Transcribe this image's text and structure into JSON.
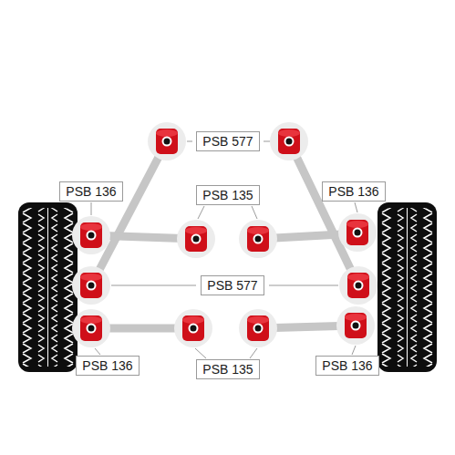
{
  "diagram": {
    "nodes": [
      {
        "text": [
          "PSB 577"
        ]
      },
      {
        "text": [
          "PSB 136"
        ]
      },
      {
        "text": [
          "PSB 135"
        ]
      },
      {
        "text": [
          "PSB 136"
        ]
      },
      {
        "text": [
          "PSB 577"
        ]
      },
      {
        "text": [
          "PSB 136"
        ]
      },
      {
        "text": [
          "PSB 135"
        ]
      },
      {
        "text": [
          "PSB 136"
        ]
      }
    ]
  }
}
